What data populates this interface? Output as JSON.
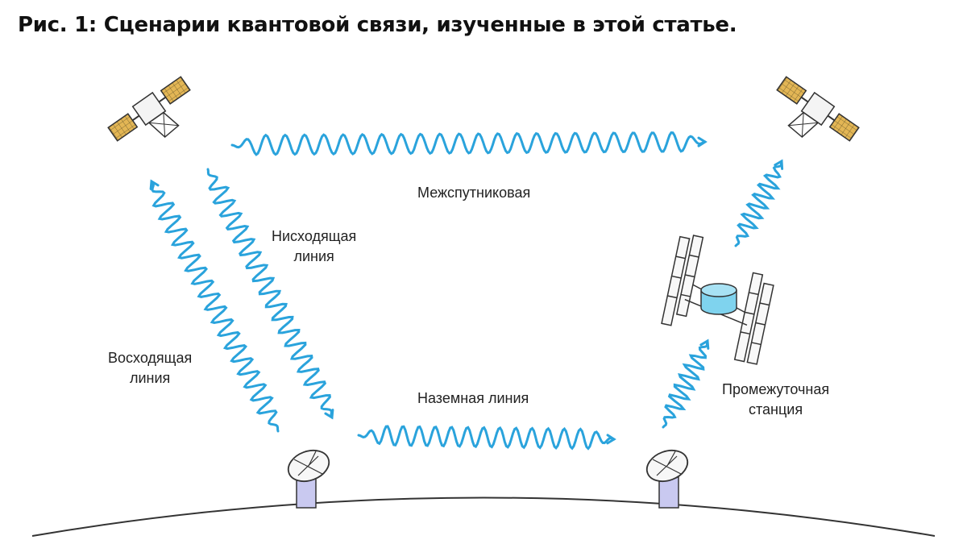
{
  "title": "Рис. 1: Сценарии квантовой связи, изученные в этой статье.",
  "labels": {
    "inter_satellite": "Межспутниковая",
    "downlink_1": "Нисходящая",
    "downlink_2": "линия",
    "uplink_1": "Восходящая",
    "uplink_2": "линия",
    "ground_link": "Наземная линия",
    "relay_1": "Промежуточная",
    "relay_2": "станция"
  },
  "colors": {
    "link": "#2aa3dc",
    "relay_body": "#7fd3ee",
    "station_base": "#c9c9f0",
    "solar_panel": "#e3b655",
    "outline": "#333333",
    "text": "#222222"
  },
  "icons": [
    "satellite-icon",
    "satellite-icon",
    "ground-station-icon",
    "ground-station-icon",
    "relay-station-icon"
  ]
}
